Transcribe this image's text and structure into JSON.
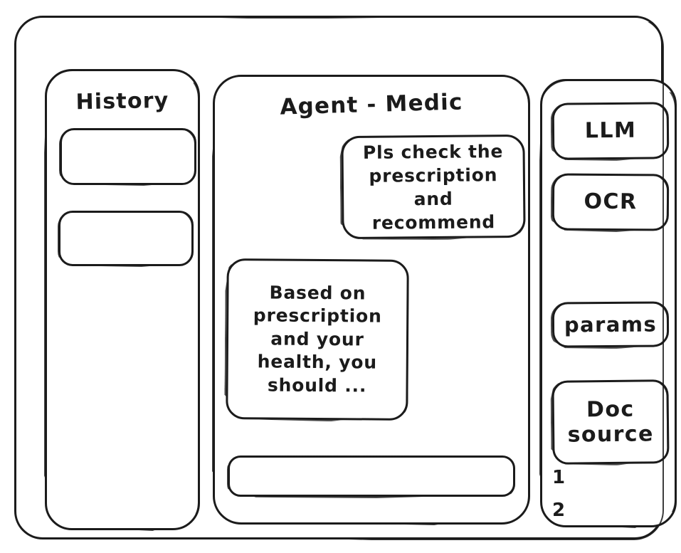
{
  "window": {
    "name": "agent-medic-wireframe"
  },
  "history": {
    "title": "History",
    "items": [
      {
        "label": ""
      },
      {
        "label": ""
      }
    ]
  },
  "agent": {
    "title": "Agent - Medic",
    "messages": [
      {
        "role": "user",
        "text": "Pls check the\nprescription\nand recommend"
      },
      {
        "role": "assistant",
        "text": "Based on\nprescription\nand your\nhealth, you\nshould ..."
      }
    ],
    "composer": {
      "value": "",
      "placeholder": ""
    }
  },
  "tools": {
    "buttons": [
      {
        "label": "LLM"
      },
      {
        "label": "OCR"
      },
      {
        "label": "params"
      },
      {
        "label": "Doc\nsource"
      }
    ],
    "doc_sources": [
      {
        "label": "1"
      },
      {
        "label": "2"
      }
    ]
  },
  "colors": {
    "stroke": "#1b1b1b",
    "background": "#ffffff"
  }
}
